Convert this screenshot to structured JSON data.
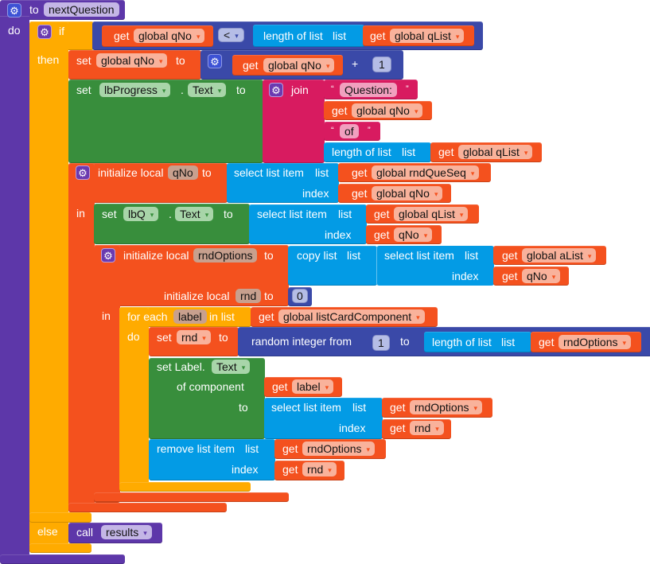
{
  "procedure": {
    "keyword": "to",
    "name": "nextQuestion",
    "do_label": "do"
  },
  "if_block": {
    "if_label": "if",
    "then_label": "then",
    "else_label": "else"
  },
  "condition": {
    "get": "get",
    "var": "global qNo",
    "operator": "<",
    "length_label": "length of list",
    "list_label": "list",
    "get2": "get",
    "var2": "global qList"
  },
  "set_qno": {
    "set": "set",
    "var": "global qNo",
    "to": "to",
    "get": "get",
    "var2": "global qNo",
    "operator": "+",
    "number": "1"
  },
  "set_progress": {
    "set": "set",
    "component": "lbProgress",
    "dot": ".",
    "property": "Text",
    "to": "to",
    "join": "join",
    "text1": "Question:",
    "get": "get",
    "var": "global qNo",
    "text2": "of",
    "length_label": "length of list",
    "list_label": "list",
    "get2": "get",
    "var2": "global qList",
    "open_quote": "“",
    "close_quote": "”"
  },
  "init_qno": {
    "label": "initialize local",
    "name": "qNo",
    "to": "to",
    "select_label": "select list item",
    "list_label": "list",
    "index_label": "index",
    "get": "get",
    "var": "global rndQueSeq",
    "get2": "get",
    "var2": "global qNo",
    "in_label": "in"
  },
  "set_lbq": {
    "set": "set",
    "component": "lbQ",
    "dot": ".",
    "property": "Text",
    "to": "to",
    "select_label": "select list item",
    "list_label": "list",
    "index_label": "index",
    "get": "get",
    "var": "global qList",
    "get2": "get",
    "var2": "qNo"
  },
  "init_rndoptions": {
    "label": "initialize local",
    "name": "rndOptions",
    "to": "to",
    "copy_label": "copy list",
    "list_label": "list",
    "select_label": "select list item",
    "list_label2": "list",
    "index_label": "index",
    "get": "get",
    "var": "global aList",
    "get2": "get",
    "var2": "qNo",
    "label2": "initialize local",
    "name2": "rnd",
    "to2": "to",
    "number": "0",
    "in_label": "in"
  },
  "for_each": {
    "label": "for each",
    "var": "label",
    "in_list": "in list",
    "get": "get",
    "list_var": "global listCardComponent",
    "do_label": "do"
  },
  "set_rnd": {
    "set": "set",
    "var": "rnd",
    "to": "to",
    "random_label": "random integer from",
    "from": "1",
    "to_label": "to",
    "length_label": "length of list",
    "list_label": "list",
    "get": "get",
    "var2": "rndOptions"
  },
  "set_label_text": {
    "label": "set Label.",
    "property": "Text",
    "of_component": "of component",
    "to": "to",
    "get": "get",
    "var": "label",
    "select_label": "select list item",
    "list_label": "list",
    "index_label": "index",
    "get2": "get",
    "var2": "rndOptions",
    "get3": "get",
    "var3": "rnd"
  },
  "remove_item": {
    "label": "remove list item",
    "list_label": "list",
    "index_label": "index",
    "get": "get",
    "var": "rndOptions",
    "get2": "get",
    "var2": "rnd"
  },
  "else_call": {
    "call": "call",
    "procedure": "results"
  }
}
